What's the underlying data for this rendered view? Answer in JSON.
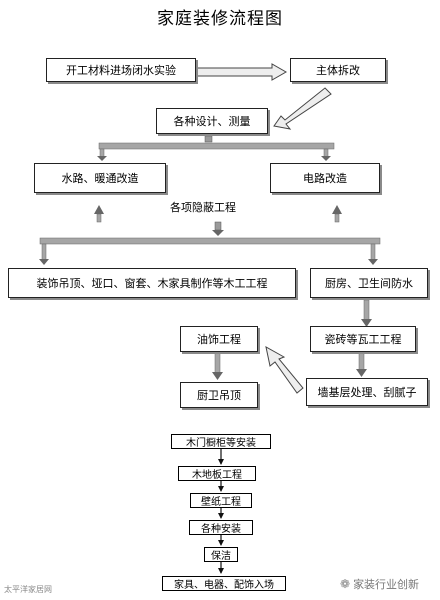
{
  "title": "家庭装修流程图",
  "nodes": {
    "opening": "开工材料进场闭水实验",
    "demolition": "主体拆改",
    "design": "各种设计、测量",
    "plumbing": "水路、暖通改造",
    "electrical": "电路改造",
    "concealed": "各项隐蔽工程",
    "woodwork": "装饰吊顶、垭口、窗套、木家具制作等木工工程",
    "waterproof": "厨房、卫生间防水",
    "painting": "油饰工程",
    "tiling": "瓷砖等瓦工工程",
    "ceiling": "厨卫吊顶",
    "wall_base": "墙基层处理、刮腻子",
    "doors": "木门橱柜等安装",
    "floor": "木地板工程",
    "wallpaper": "壁纸工程",
    "installation": "各种安装",
    "cleaning": "保洁",
    "move_in": "家具、电器、配饰入场"
  },
  "watermark": {
    "left": "太平洋家居网",
    "right": "家装行业创新",
    "right_icon": "wechat-icon"
  }
}
